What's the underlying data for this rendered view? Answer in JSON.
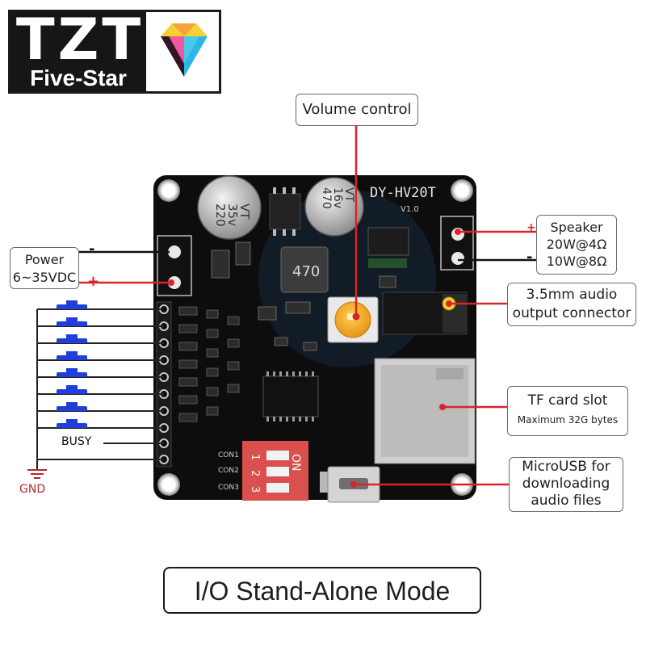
{
  "logo": {
    "brand": "TZT",
    "subtitle": "Five-Star"
  },
  "board": {
    "model": "DY-HV20T",
    "version": "V1.0",
    "cap_left": [
      "220",
      "35v",
      "VT"
    ],
    "cap_right": [
      "470",
      "16v",
      "VT"
    ],
    "inductor": "470",
    "dip_on": "ON",
    "dip_numbers": [
      "1",
      "2",
      "3"
    ],
    "con_labels": [
      "CON1",
      "CON2",
      "CON3"
    ]
  },
  "callouts": {
    "volume": "Volume control",
    "power_line1": "Power",
    "power_line2": "6~35VDC",
    "speaker_line1": "Speaker",
    "speaker_line2": "20W@4Ω",
    "speaker_line3": "10W@8Ω",
    "aux_line1": "3.5mm audio",
    "aux_line2": "output connector",
    "tf_line1": "TF card slot",
    "tf_line2": "Maximum 32G bytes",
    "usb_line1": "MicroUSB for",
    "usb_line2": "downloading",
    "usb_line3": "audio files"
  },
  "pins": {
    "busy": "BUSY",
    "gnd": "GND"
  },
  "polarity": {
    "minus": "-",
    "plus": "+"
  },
  "footer": {
    "mode": "I/O Stand-Alone Mode"
  },
  "colors": {
    "red": "#d9252a",
    "blue": "#1f3fd8",
    "board": "#0d0d0d",
    "dip": "#d9504e",
    "gnd": "#b2292b"
  }
}
